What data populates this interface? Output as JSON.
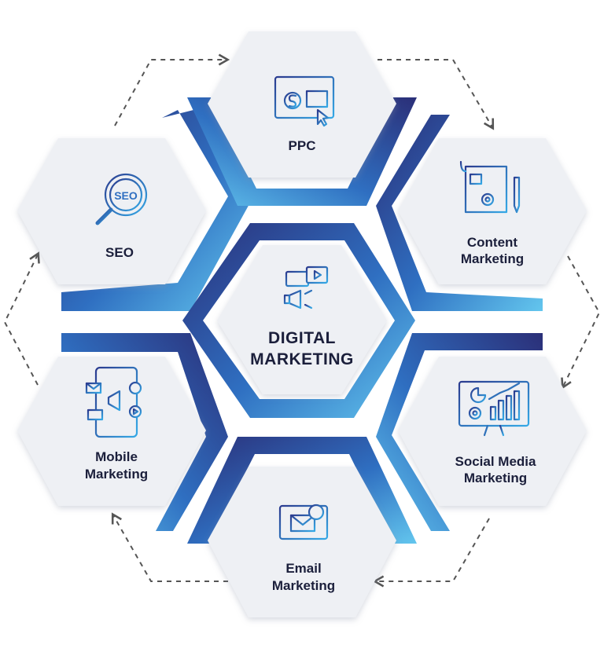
{
  "center": {
    "line1": "DIGITAL",
    "line2": "MARKETING",
    "icon": "megaphone-chat-icon"
  },
  "nodes": {
    "ppc": {
      "label": "PPC",
      "icon": "ppc-dollar-click-icon"
    },
    "content": {
      "line1": "Content",
      "line2": "Marketing",
      "icon": "content-document-pen-icon"
    },
    "social": {
      "line1": "Social Media",
      "line2": "Marketing",
      "icon": "social-chart-monitor-icon"
    },
    "email": {
      "line1": "Email",
      "line2": "Marketing",
      "icon": "email-laptop-icon"
    },
    "mobile": {
      "line1": "Mobile",
      "line2": "Marketing",
      "icon": "mobile-phone-icon"
    },
    "seo": {
      "label": "SEO",
      "icon": "seo-magnifier-icon",
      "glass_text": "SEO"
    }
  },
  "colors": {
    "hex_fill": "#eef0f4",
    "text": "#1b1f3b",
    "band_dark": "#2b2f78",
    "band_light": "#63c6ee",
    "icon_blue": "#2f86d6",
    "arrow": "#555555"
  }
}
